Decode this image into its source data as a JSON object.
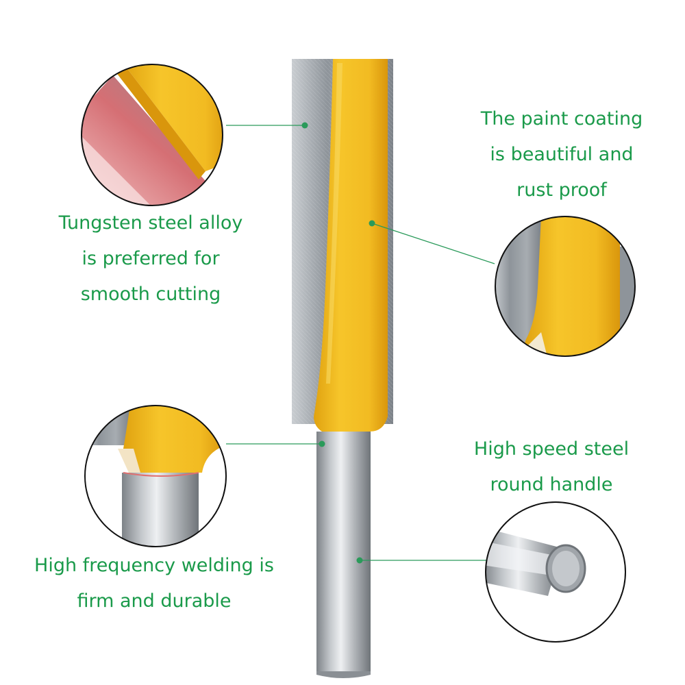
{
  "colors": {
    "label_green": "#1a9a4a",
    "body_yellow": "#f0b820",
    "steel_gray": "#9aa0a6",
    "leader_green": "#2a9a5a"
  },
  "callouts": {
    "tungsten": {
      "lines": [
        "Tungsten steel alloy",
        "is preferred for",
        "smooth cutting"
      ]
    },
    "paint": {
      "lines": [
        "The paint coating",
        "is beautiful and",
        "rust proof"
      ]
    },
    "hss": {
      "lines": [
        "High speed steel",
        "round handle"
      ]
    },
    "weld": {
      "lines": [
        "High frequency welding is",
        "firm and durable"
      ]
    }
  }
}
